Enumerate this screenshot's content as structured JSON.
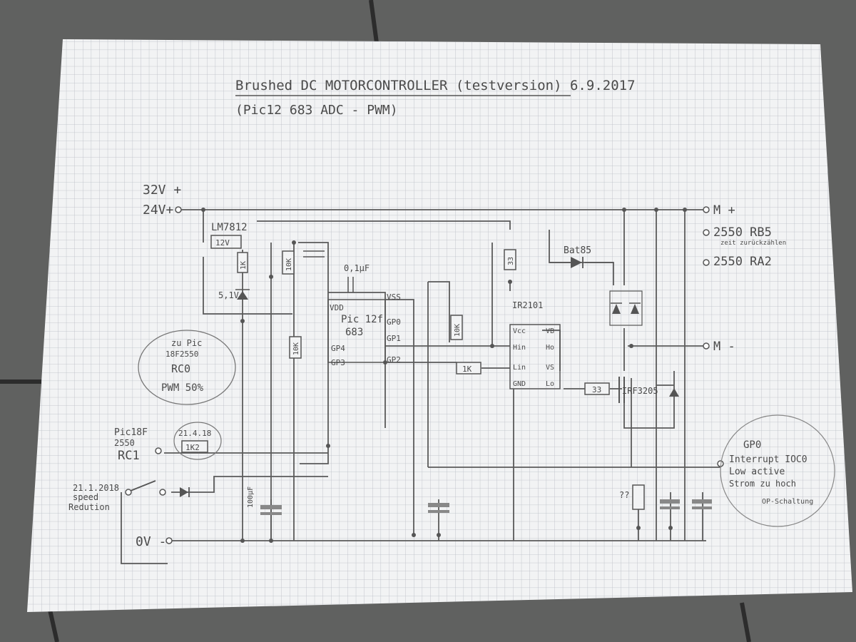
{
  "title": {
    "line1": "Brushed DC MOTORCONTROLLER (testversion) 6.9.2017",
    "line2": "(Pic12 683 ADC - PWM)"
  },
  "supply": {
    "v32": "32V +",
    "v24": "24V+",
    "gnd": "0V -"
  },
  "outputs": {
    "m_plus": "M +",
    "m_minus": "M -",
    "rb5": "2550 RB5",
    "rb5_note": "zeit zurückzählen",
    "ra2": "2550 RA2"
  },
  "components": {
    "regulator": "LM7812",
    "reg_out": "12V",
    "r_1k_v": "1K",
    "zener": "5,1V",
    "pot_10k": "10K",
    "r_10k_a": "10K",
    "cap_small": "0,1µF",
    "pic": "Pic 12f",
    "pic2": "683",
    "vdd": "VDD",
    "vss": "VSS",
    "gp0": "GP0",
    "gp1": "GP1",
    "gp2": "GP2",
    "gp3": "GP3",
    "gp4": "GP4",
    "r_10k_b": "10K",
    "r_1k_h": "1K",
    "driver": "IR2101",
    "vcc": "Vcc",
    "vb": "VB",
    "hin": "Hin",
    "ho": "Ho",
    "lin": "Lin",
    "vs": "VS",
    "gnd_pin": "GND",
    "lo": "Lo",
    "r_33_a": "33",
    "r_33_b": "33",
    "diode": "Bat85",
    "mosfet": "IRF3205",
    "cap_100": "100µF",
    "r_1k2": "1K2",
    "r_qq": "??",
    "r_vert_right": "?"
  },
  "notes": {
    "pwm_zu": "zu Pic",
    "pwm_src": "18F2550",
    "pwm_rc0": "RC0",
    "pwm_duty": "PWM 50%",
    "pic18f": "Pic18F",
    "pic2550": "2550",
    "rc1": "RC1",
    "date1": "21.4.18",
    "date2": "21.1.2018",
    "speed": "speed",
    "reduction": "Redution",
    "gp0_note": "GP0",
    "interrupt": "Interrupt IOC0",
    "low_active": "Low active",
    "strom": "Strom zu hoch",
    "op": "OP-Schaltung"
  }
}
